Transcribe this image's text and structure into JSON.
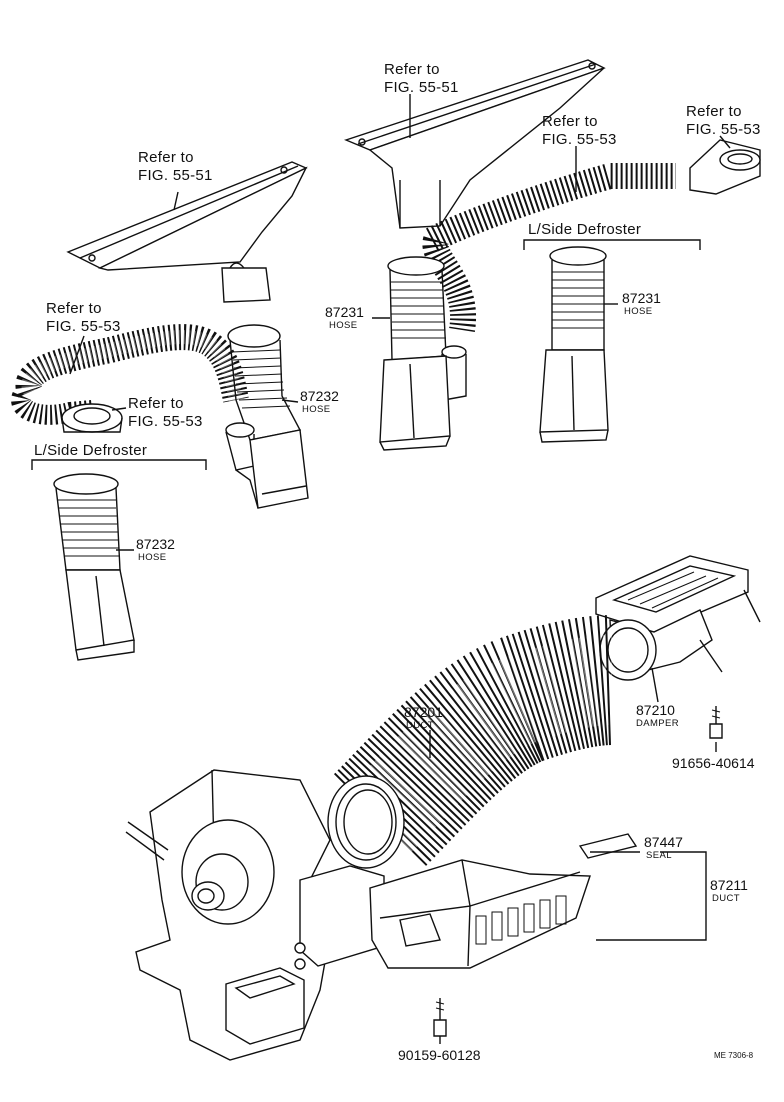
{
  "callouts": {
    "refer_to": "Refer to",
    "fig_55_51": "FIG. 55-51",
    "fig_55_53": "FIG. 55-53"
  },
  "groups": {
    "l_side_defroster": "L/Side Defroster"
  },
  "parts": {
    "p87231": {
      "number": "87231",
      "name": "HOSE"
    },
    "p87232": {
      "number": "87232",
      "name": "HOSE"
    },
    "p87201": {
      "number": "87201",
      "name": "DUCT"
    },
    "p87210": {
      "number": "87210",
      "name": "DAMPER"
    },
    "p87447": {
      "number": "87447",
      "name": "SEAL"
    },
    "p87211": {
      "number": "87211",
      "name": "DUCT"
    },
    "bolt_91656": {
      "number": "91656-40614"
    },
    "bolt_90159": {
      "number": "90159-60128"
    }
  },
  "footer": {
    "drawing_code": "ME 7306-8"
  }
}
